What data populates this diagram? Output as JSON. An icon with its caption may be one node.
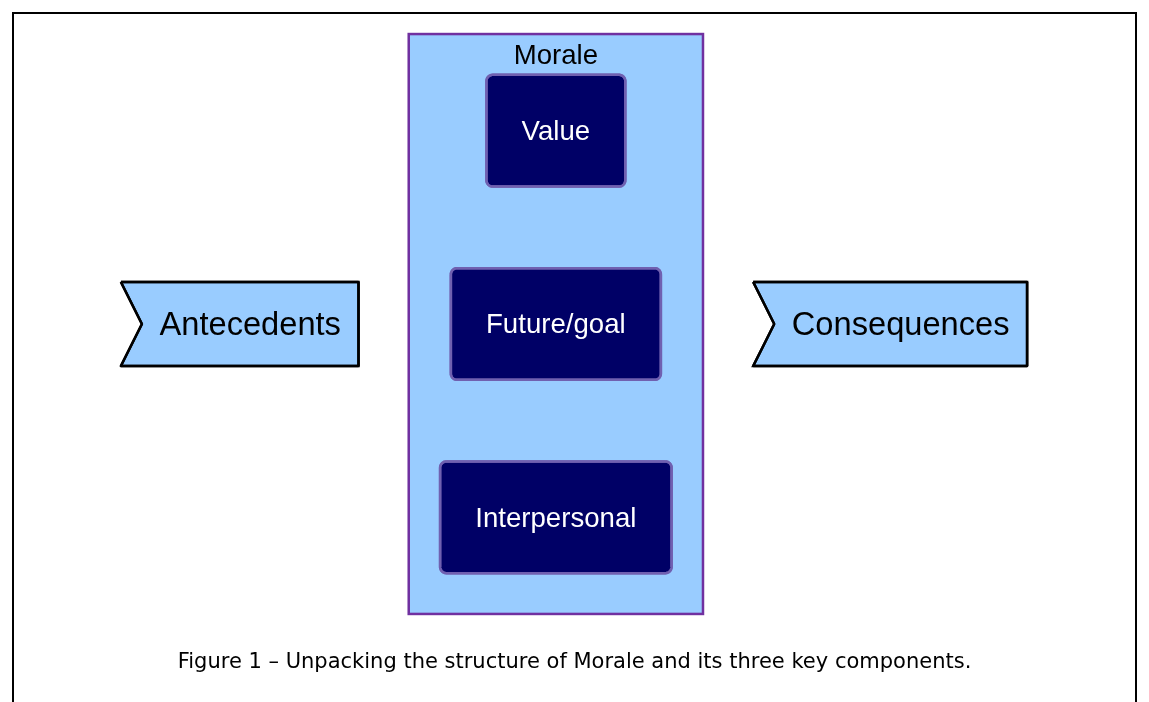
{
  "diagram": {
    "caption": "Figure 1 –  Unpacking the structure of Morale and its three key components.",
    "nodes": [
      {
        "text": [
          "Antecedents"
        ]
      },
      {
        "text": [
          "Morale"
        ]
      },
      {
        "text": [
          "Value"
        ],
        "in": 1
      },
      {
        "text": [
          "Future/goal"
        ],
        "in": 1
      },
      {
        "text": [
          "Interpersonal"
        ],
        "in": 1
      },
      {
        "text": [
          "Consequences"
        ]
      }
    ]
  }
}
